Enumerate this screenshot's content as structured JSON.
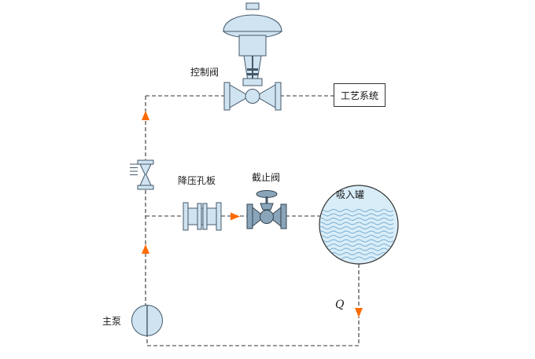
{
  "diagram": {
    "labels": {
      "control_valve": "控制阀",
      "process_system": "工艺系统",
      "orifice_plate": "降压孔板",
      "stop_valve": "截止阀",
      "suction_tank": "吸入罐",
      "main_pump": "主泵",
      "flow_symbol": "Q"
    },
    "colors": {
      "background": "#ffffff",
      "pipeline": "#333333",
      "flow_arrow": "#ff6a00",
      "equipment_fill": "#cfe3f1",
      "equipment_outline": "#44586a",
      "valve_dark_fill": "#8aa5ba",
      "tank_fill": "#d9edf8",
      "water_line": "#78aed3"
    }
  }
}
